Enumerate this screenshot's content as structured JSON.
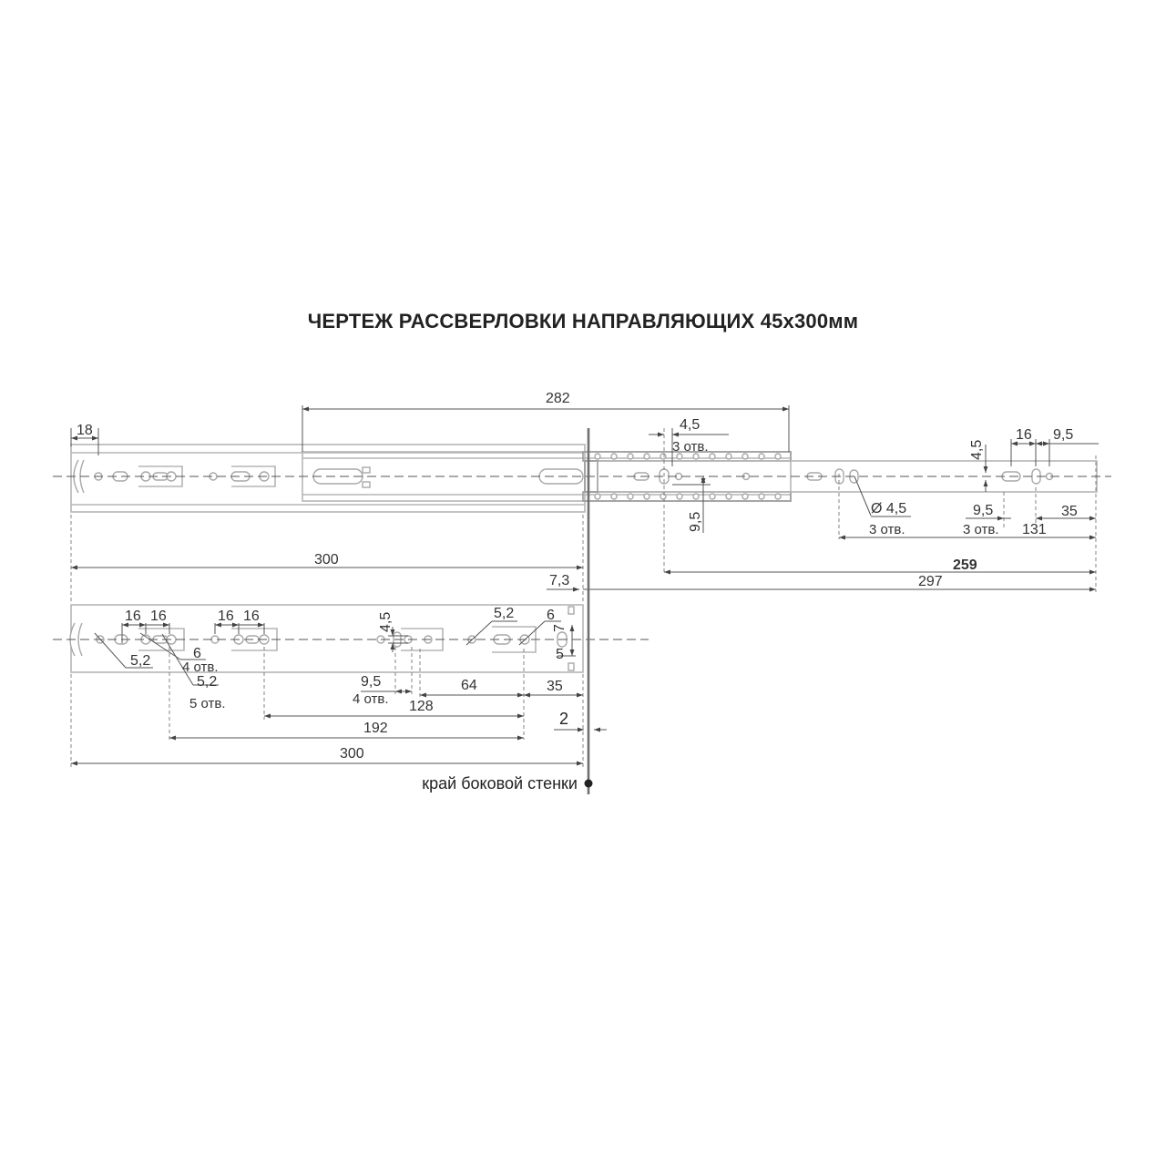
{
  "title": "ЧЕРТЕЖ РАССВЕРЛОВКИ НАПРАВЛЯЮЩИХ 45х300мм",
  "edge_label": "край боковой стенки",
  "top_rail": {
    "dim_18": "18",
    "dim_282": "282",
    "dim_4_5_top": "4,5",
    "note_3holes_top": "3 отв.",
    "dim_9_5_vert": "9,5",
    "dim_diam_4_5": "Ø 4,5",
    "note_3holes_diam": "3 отв.",
    "dim_9_5_right": "9,5",
    "note_3holes_right": "3 отв.",
    "dim_4_5_vert": "4,5",
    "dim_16": "16",
    "dim_9_5_far": "9,5",
    "dim_35": "35",
    "dim_131": "131",
    "dim_259": "259",
    "dim_297": "297",
    "dim_300": "300",
    "dim_7_3": "7,3"
  },
  "bottom_rail": {
    "dim_16_a": "16",
    "dim_16_b": "16",
    "dim_16_c": "16",
    "dim_16_d": "16",
    "dim_4_5": "4,5",
    "dim_5_2_right": "5,2",
    "dim_6_right": "6",
    "dim_7": "7",
    "dim_5": "5",
    "dim_5_2_left": "5,2",
    "dim_6_left": "6",
    "note_4holes_left": "4 отв.",
    "dim_5_2_mid": "5,2",
    "note_5holes": "5 отв.",
    "dim_9_5": "9,5",
    "note_4holes_mid": "4 отв.",
    "dim_64": "64",
    "dim_128": "128",
    "dim_35": "35",
    "dim_192": "192",
    "dim_300": "300",
    "dim_2": "2"
  }
}
